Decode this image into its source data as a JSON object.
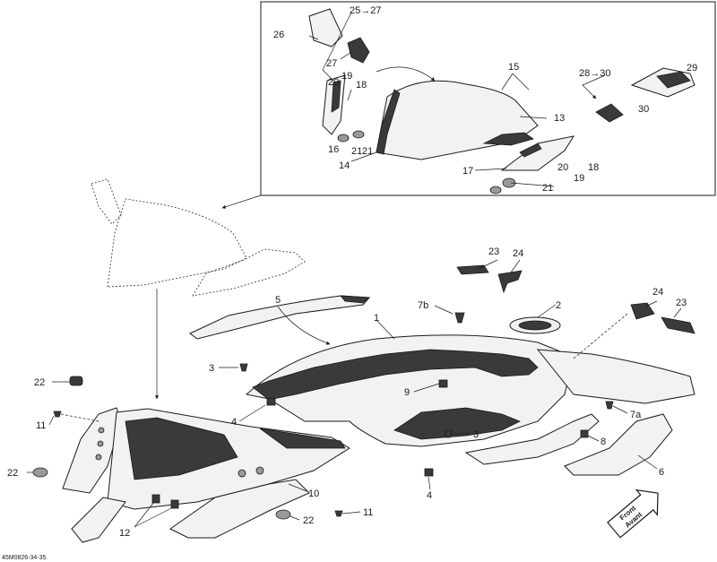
{
  "diagram": {
    "reference_code": "45M0826-34-35",
    "callouts": {
      "c1": "1",
      "c2": "2",
      "c3a": "3",
      "c3b": "3",
      "c4a": "4",
      "c4b": "4",
      "c5": "5",
      "c6": "6",
      "c7a": "7a",
      "c7b": "7b",
      "c8": "8",
      "c9": "9",
      "c10": "10",
      "c11a": "11",
      "c11b": "11",
      "c12": "12",
      "c13": "13",
      "c14": "14",
      "c15": "15",
      "c16": "16",
      "c17": "17",
      "c18a": "18",
      "c18b": "18",
      "c19a": "19",
      "c19b": "19",
      "c20a": "20",
      "c20b": "20",
      "c21a": "21",
      "c21b": "21",
      "c21c": "21",
      "c22a": "22",
      "c22b": "22",
      "c22c": "22",
      "c23a": "23",
      "c23b": "23",
      "c24a": "24",
      "c24b": "24",
      "c25_27": "25→27",
      "c26": "26",
      "c27": "27",
      "c28_30": "28→30",
      "c29": "29",
      "c30": "30"
    },
    "front_badge": {
      "line1": "Front",
      "line2": "Avant"
    }
  }
}
